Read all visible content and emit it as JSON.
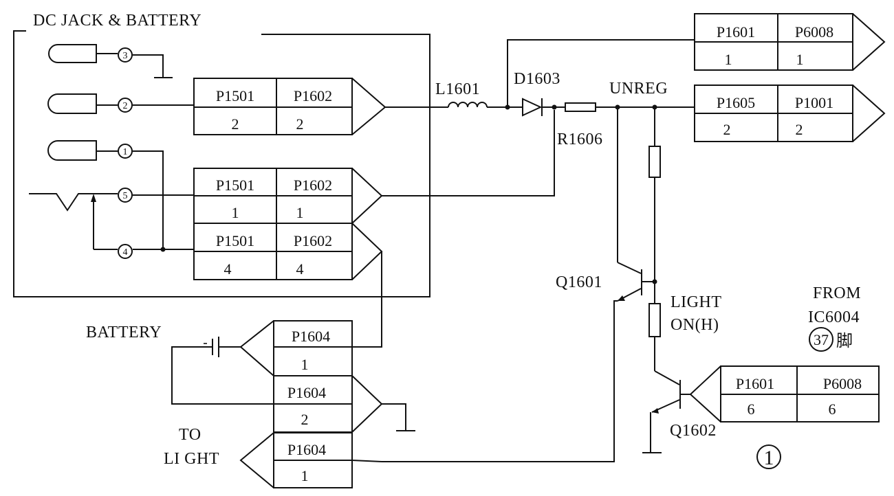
{
  "labels": {
    "dc_jack_battery": "DC JACK & BATTERY",
    "battery": "BATTERY",
    "to": "TO",
    "light": "LI GHT",
    "l1601": "L1601",
    "d1603": "D1603",
    "unreg": "UNREG",
    "r1606": "R1606",
    "q1601": "Q1601",
    "q1602": "Q1602",
    "light_on_1": "LIGHT",
    "light_on_2": "ON(H)",
    "from_1": "FROM",
    "from_2": "IC6004",
    "pin_37": "37",
    "foot": "脚",
    "page_marker": "1"
  },
  "jack_pins": [
    "3",
    "2",
    "1",
    "5",
    "4"
  ],
  "connectors": {
    "c1": {
      "a": "P1501",
      "b": "P1602",
      "pa": "2",
      "pb": "2"
    },
    "c2": {
      "a": "P1501",
      "b": "P1602",
      "pa": "1",
      "pb": "1"
    },
    "c3": {
      "a": "P1501",
      "b": "P1602",
      "pa": "4",
      "pb": "4"
    },
    "c4": {
      "a": "P1601",
      "b": "P6008",
      "pa": "1",
      "pb": "1"
    },
    "c5": {
      "a": "P1605",
      "b": "P1001",
      "pa": "2",
      "pb": "2"
    },
    "c6": {
      "a": "P1601",
      "b": "P6008",
      "pa": "6",
      "pb": "6"
    },
    "b1": {
      "a": "P1604",
      "pa": "1"
    },
    "b2": {
      "a": "P1604",
      "pa": "2"
    },
    "b3": {
      "a": "P1604",
      "pa": "1"
    }
  }
}
